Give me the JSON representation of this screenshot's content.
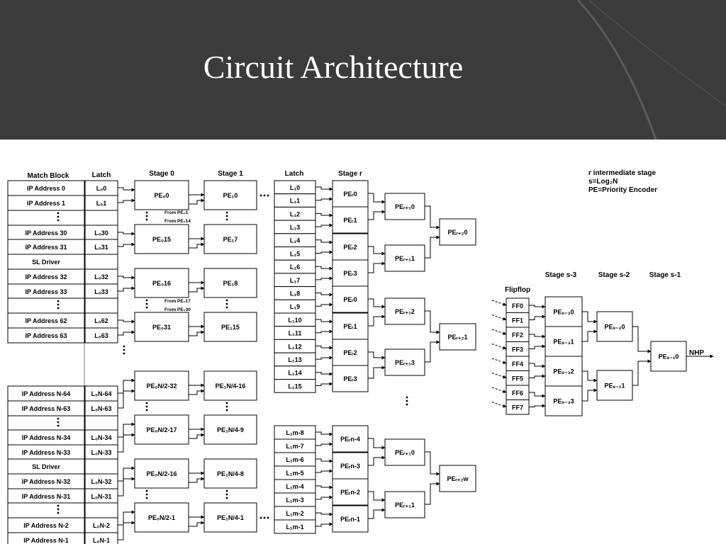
{
  "slide": {
    "title": "Circuit Architecture"
  },
  "legend": {
    "line1": "r intermediate stage",
    "line2": "s=Log₂N",
    "line3": "PE=Priority Encoder"
  },
  "columns": {
    "match_block": "Match Block",
    "latch": "Latch",
    "stage0": "Stage 0",
    "stage1": "Stage 1",
    "latch2": "Latch",
    "stage_r": "Stage r",
    "stage_s3": "Stage s-3",
    "stage_s2": "Stage s-2",
    "stage_s1": "Stage s-1"
  },
  "match_rows": [
    "IP Address 0",
    "IP Address 1",
    "",
    "IP Address 30",
    "IP Address 31",
    "SL Driver",
    "IP Address 32",
    "IP Address 33",
    "",
    "IP Address 62",
    "IP Address 63",
    "",
    "",
    "",
    "IP Address N-64",
    "IP Address N-63",
    "",
    "IP Address N-34",
    "IP Address N-33",
    "SL Driver",
    "IP Address N-32",
    "IP Address N-31",
    "",
    "IP Address N-2",
    "IP Address N-1"
  ],
  "latch_rows": [
    "L₀0",
    "L₀1",
    "",
    "L₀30",
    "L₀31",
    "",
    "L₀32",
    "L₀33",
    "",
    "L₀62",
    "L₀63",
    "",
    "",
    "",
    "L₀N-64",
    "L₀N-63",
    "",
    "L₀N-34",
    "L₀N-33",
    "",
    "L₀N-32",
    "L₀N-31",
    "",
    "L₀N-2",
    "L₀N-1"
  ],
  "stage0": [
    "PE₀0",
    "PE₀15",
    "PE₀16",
    "PE₀31",
    "PE₀N/2-32",
    "PE₀N/2-17",
    "PE₀N/2-16",
    "PE₀N/2-1"
  ],
  "stage1": [
    "PE₁0",
    "PE₁7",
    "PE₁8",
    "PE₁15",
    "PE₁N/4-16",
    "PE₁N/4-9",
    "PE₁N/4-8",
    "PE₁N/4-1"
  ],
  "from_notes": [
    "From PE₀1",
    "From PE₀14",
    "From PE₀17",
    "From PE₀30"
  ],
  "latch_top": [
    "L₁0",
    "L₁1",
    "L₁2",
    "L₁3",
    "L₁4",
    "L₁5",
    "L₁6",
    "L₁7",
    "L₁8",
    "L₁9",
    "L₁10",
    "L₁11",
    "L₁12",
    "L₁13",
    "L₁14",
    "L₁15"
  ],
  "stage_r_top": [
    "PEᵣ0",
    "PEᵣ1",
    "PEᵣ2",
    "PEᵣ3",
    "PEᵣ0",
    "PEᵣ1",
    "PEᵣ2",
    "PEᵣ3"
  ],
  "stage_r1_top": [
    "PEᵣ₊₁0",
    "PEᵣ₊₁1",
    "PEᵣ₊₁2",
    "PEᵣ₊₁3"
  ],
  "stage_r2_top": [
    "PEᵣ₊₂0",
    "PEᵣ₊₂1"
  ],
  "latch_bottom": [
    "L₁m-8",
    "L₁m-7",
    "L₁m-6",
    "L₁m-5",
    "L₁m-4",
    "L₁m-3",
    "L₁m-2",
    "L₁m-1"
  ],
  "stage_r_bottom": [
    "PEᵣn-4",
    "PEᵣn-3",
    "PEᵣn-2",
    "PEᵣn-1"
  ],
  "stage_r1_bottom": [
    "PEᵣ₊₁0",
    "PEᵣ₊₁1"
  ],
  "stage_r2_bottom": "PEᵣ₊₂w",
  "flipflop_label": "Flipflop",
  "flipflops": [
    "FF0",
    "FF1",
    "FF2",
    "FF3",
    "FF4",
    "FF5",
    "FF6",
    "FF7"
  ],
  "stage_s3": [
    "PEₛ₋₃0",
    "PEₛ₋₃1",
    "PEₛ₋₃2",
    "PEₛ₋₃3"
  ],
  "stage_s2": [
    "PEₛ₋₂0",
    "PEₛ₋₂1"
  ],
  "stage_s1": "PEₛ₋₁0",
  "output_label": "NHP"
}
